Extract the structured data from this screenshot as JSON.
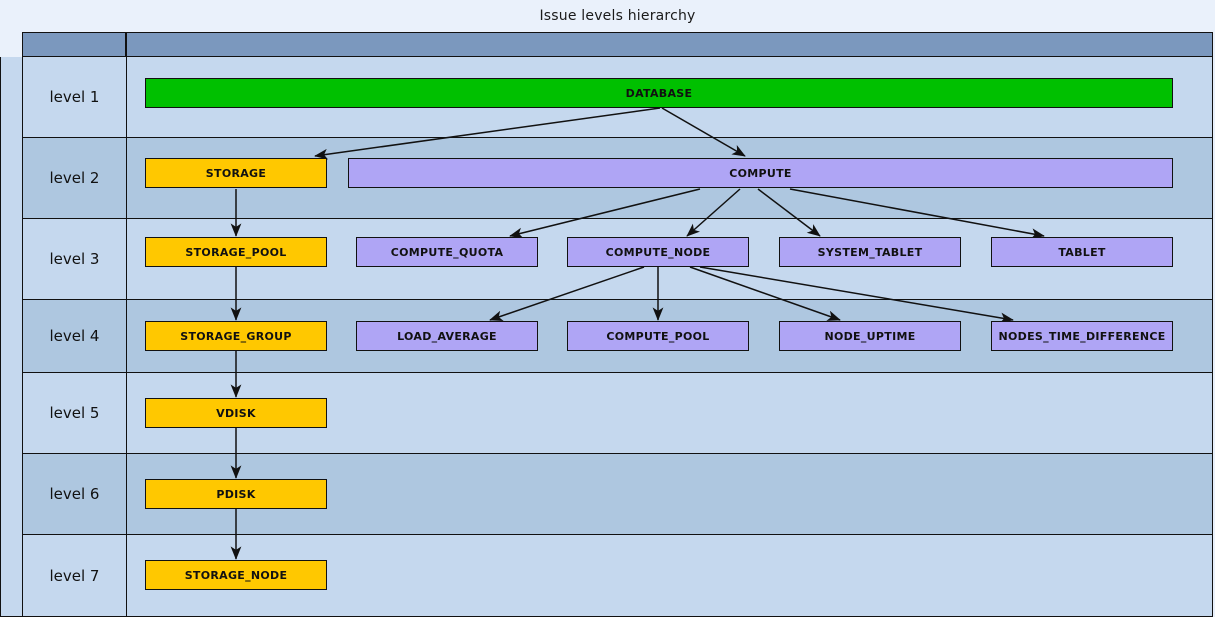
{
  "diagram": {
    "title": "Issue levels hierarchy",
    "colors": {
      "page_bg": "#eaf1fb",
      "header_band": "#7b98be",
      "row_light": "#c5d8ee",
      "row_dark": "#aec7e0",
      "node_green": "#00c000",
      "node_yellow": "#ffc800",
      "node_purple": "#afa5f5",
      "stroke": "#111111"
    },
    "levels": [
      {
        "label": "level 1"
      },
      {
        "label": "level 2"
      },
      {
        "label": "level 3"
      },
      {
        "label": "level 4"
      },
      {
        "label": "level 5"
      },
      {
        "label": "level 6"
      },
      {
        "label": "level 7"
      }
    ],
    "nodes": [
      {
        "id": "database",
        "label": "DATABASE",
        "level": 1,
        "color": "green"
      },
      {
        "id": "storage",
        "label": "STORAGE",
        "level": 2,
        "color": "yellow"
      },
      {
        "id": "compute",
        "label": "COMPUTE",
        "level": 2,
        "color": "purple"
      },
      {
        "id": "storage-pool",
        "label": "STORAGE_POOL",
        "level": 3,
        "color": "yellow"
      },
      {
        "id": "compute-quota",
        "label": "COMPUTE_QUOTA",
        "level": 3,
        "color": "purple"
      },
      {
        "id": "compute-node",
        "label": "COMPUTE_NODE",
        "level": 3,
        "color": "purple"
      },
      {
        "id": "system-tablet",
        "label": "SYSTEM_TABLET",
        "level": 3,
        "color": "purple"
      },
      {
        "id": "tablet",
        "label": "TABLET",
        "level": 3,
        "color": "purple"
      },
      {
        "id": "storage-group",
        "label": "STORAGE_GROUP",
        "level": 4,
        "color": "yellow"
      },
      {
        "id": "load-average",
        "label": "LOAD_AVERAGE",
        "level": 4,
        "color": "purple"
      },
      {
        "id": "compute-pool",
        "label": "COMPUTE_POOL",
        "level": 4,
        "color": "purple"
      },
      {
        "id": "node-uptime",
        "label": "NODE_UPTIME",
        "level": 4,
        "color": "purple"
      },
      {
        "id": "nodes-time-difference",
        "label": "NODES_TIME_DIFFERENCE",
        "level": 4,
        "color": "purple"
      },
      {
        "id": "vdisk",
        "label": "VDISK",
        "level": 5,
        "color": "yellow"
      },
      {
        "id": "pdisk",
        "label": "PDISK",
        "level": 6,
        "color": "yellow"
      },
      {
        "id": "storage-node",
        "label": "STORAGE_NODE",
        "level": 7,
        "color": "yellow"
      }
    ],
    "edges": [
      {
        "from": "database",
        "to": "storage"
      },
      {
        "from": "database",
        "to": "compute"
      },
      {
        "from": "storage",
        "to": "storage-pool"
      },
      {
        "from": "compute",
        "to": "compute-quota"
      },
      {
        "from": "compute",
        "to": "compute-node"
      },
      {
        "from": "compute",
        "to": "system-tablet"
      },
      {
        "from": "compute",
        "to": "tablet"
      },
      {
        "from": "storage-pool",
        "to": "storage-group"
      },
      {
        "from": "compute-node",
        "to": "load-average"
      },
      {
        "from": "compute-node",
        "to": "compute-pool"
      },
      {
        "from": "compute-node",
        "to": "node-uptime"
      },
      {
        "from": "compute-node",
        "to": "nodes-time-difference"
      },
      {
        "from": "storage-group",
        "to": "vdisk"
      },
      {
        "from": "vdisk",
        "to": "pdisk"
      },
      {
        "from": "pdisk",
        "to": "storage-node"
      }
    ]
  }
}
